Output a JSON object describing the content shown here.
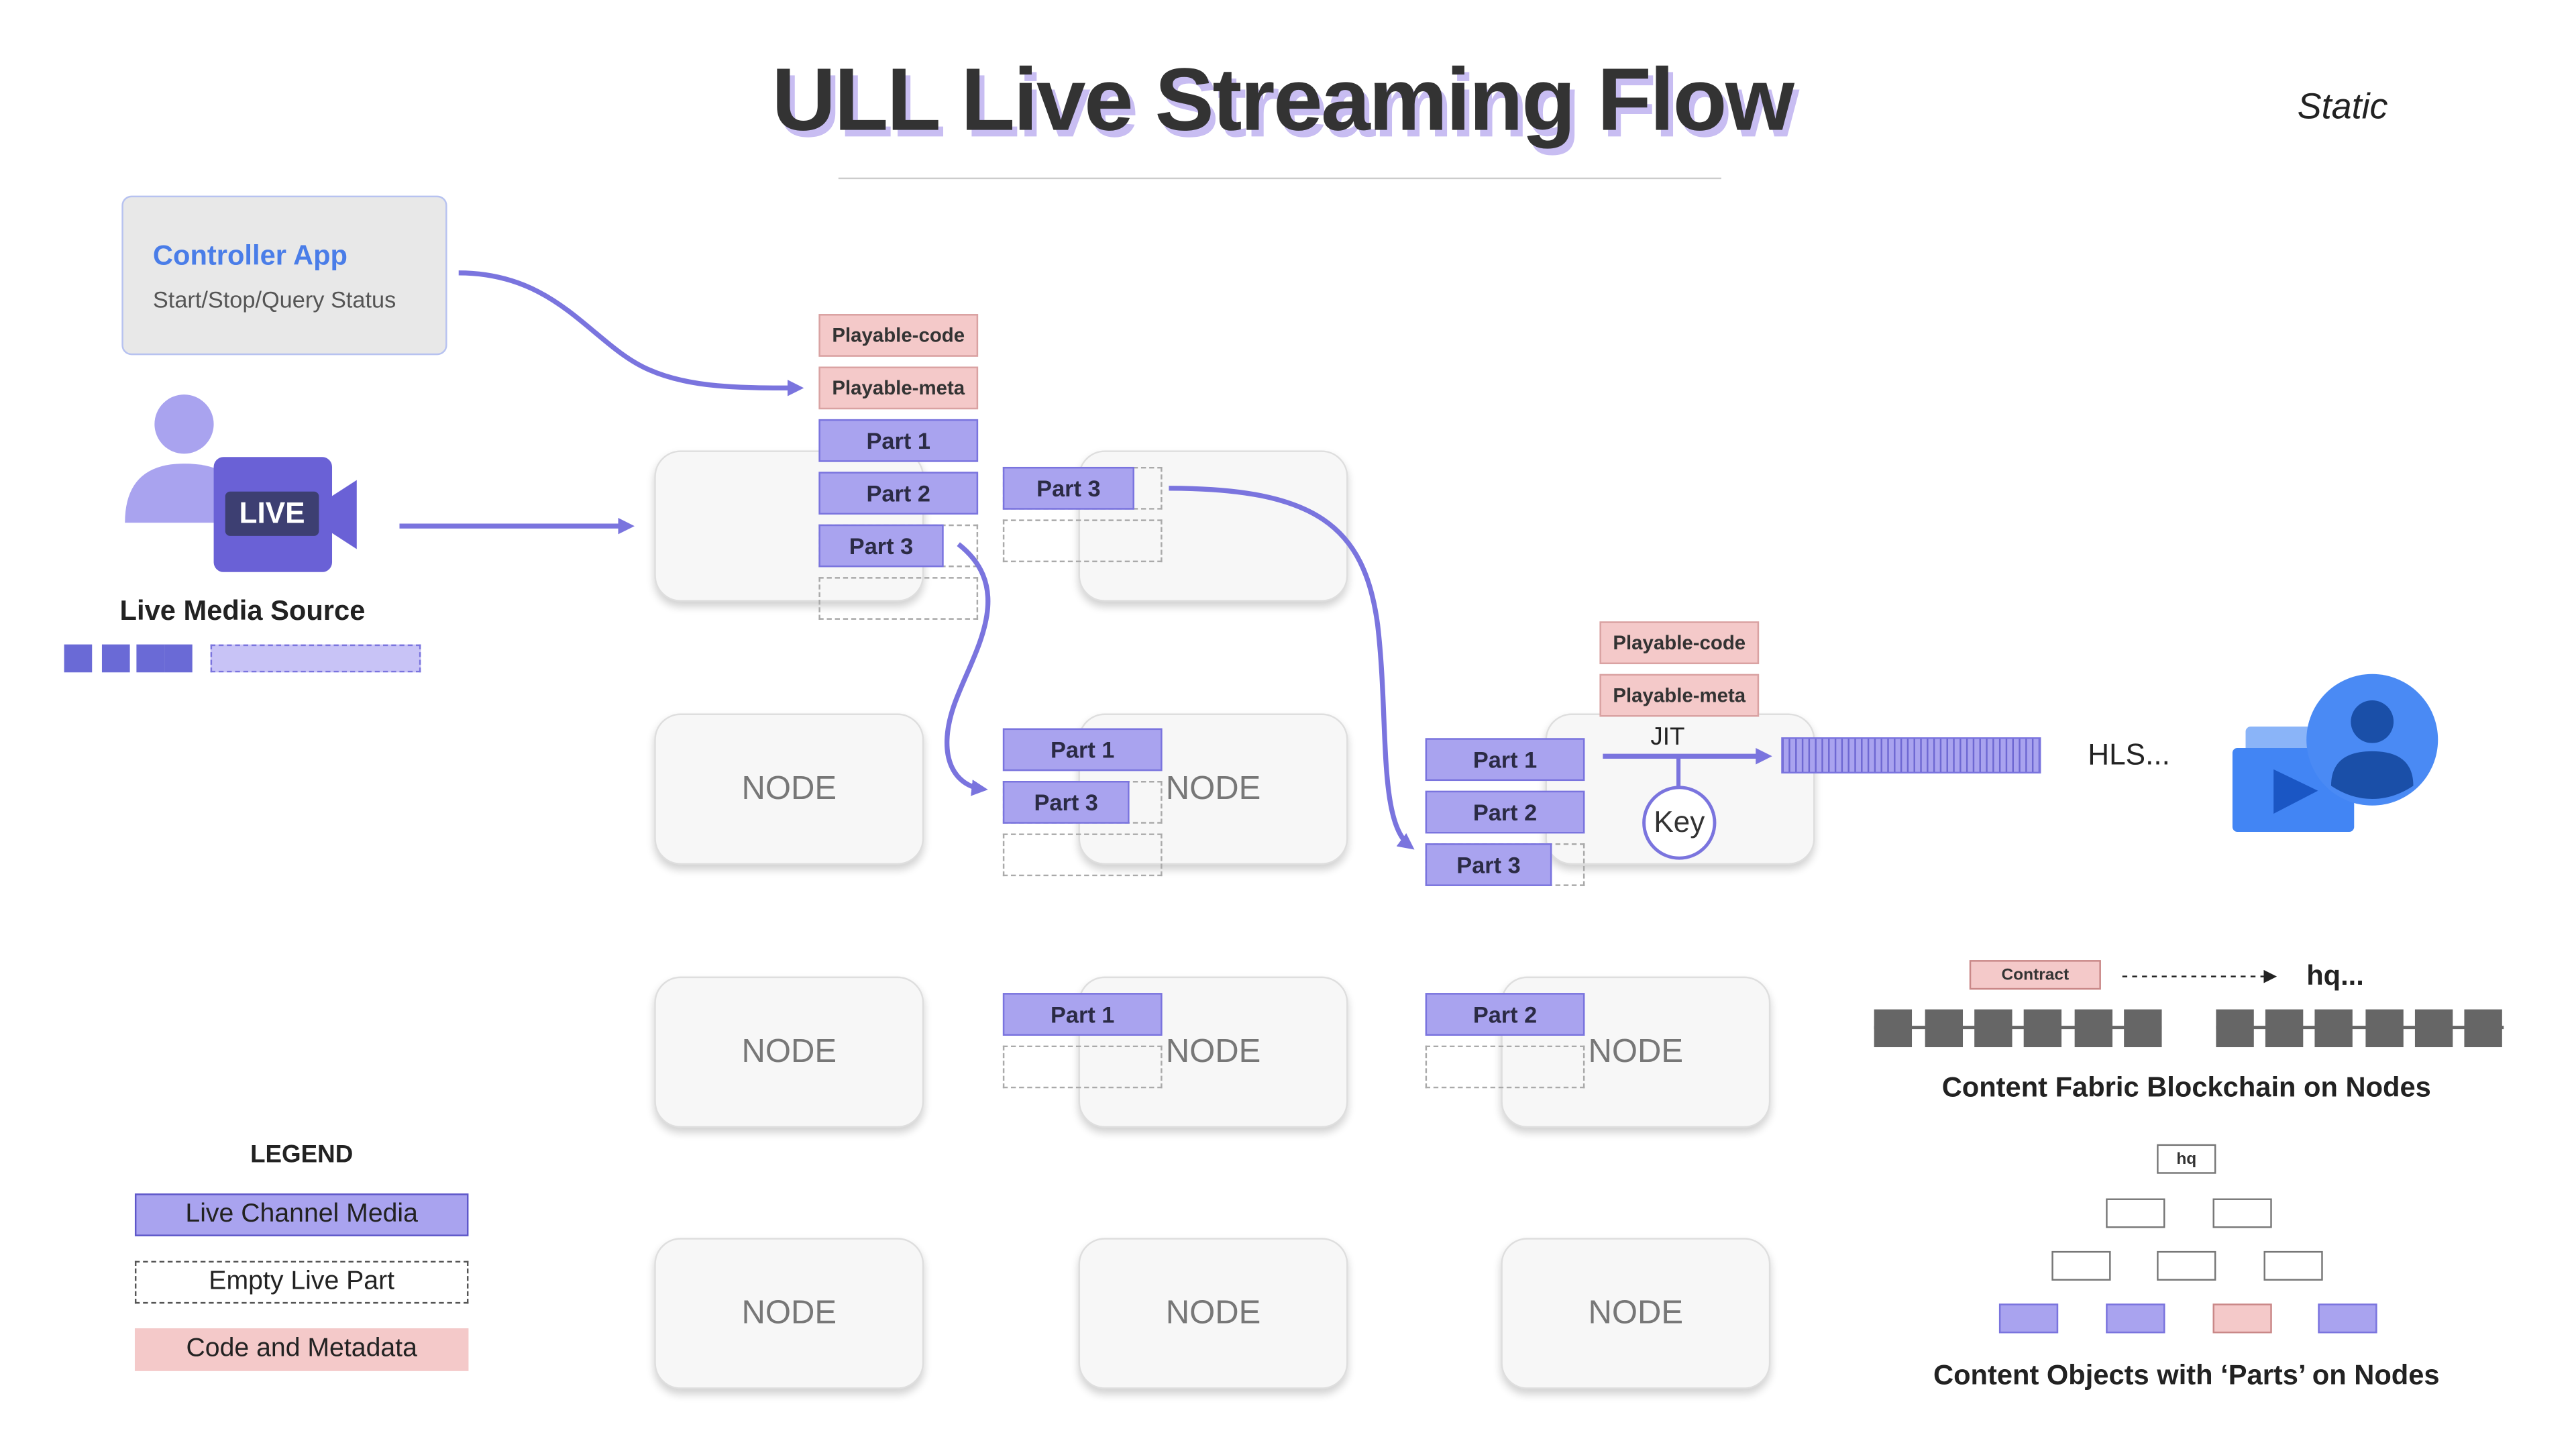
{
  "title": "ULL Live Streaming Flow",
  "static_tag": "Static",
  "controller": {
    "title": "Controller App",
    "subtitle": "Start/Stop/Query Status"
  },
  "live_source": {
    "badge": "LIVE",
    "label": "Live Media Source"
  },
  "node_label": "NODE",
  "parts": {
    "part1": "Part 1",
    "part2": "Part 2",
    "part3": "Part 3",
    "playable_code": "Playable-code",
    "playable_meta": "Playable-meta"
  },
  "jit": "JIT",
  "key": "Key",
  "hls": "HLS...",
  "contract": "Contract",
  "hq_dots": "hq...",
  "hq": "hq",
  "fabric_label": "Content Fabric Blockchain on Nodes",
  "objects_label": "Content Objects with ‘Parts’ on Nodes",
  "legend": {
    "title": "LEGEND",
    "items": [
      "Live Channel Media",
      "Empty Live Part",
      "Code and Metadata"
    ]
  },
  "colors": {
    "part_fill": "#a9a3ef",
    "part_border": "#7a74de",
    "meta_fill": "#f4c9c9",
    "controller_title": "#4a7de8",
    "flow_arrow": "#7a74de",
    "viewer_blue": "#4285f4"
  }
}
